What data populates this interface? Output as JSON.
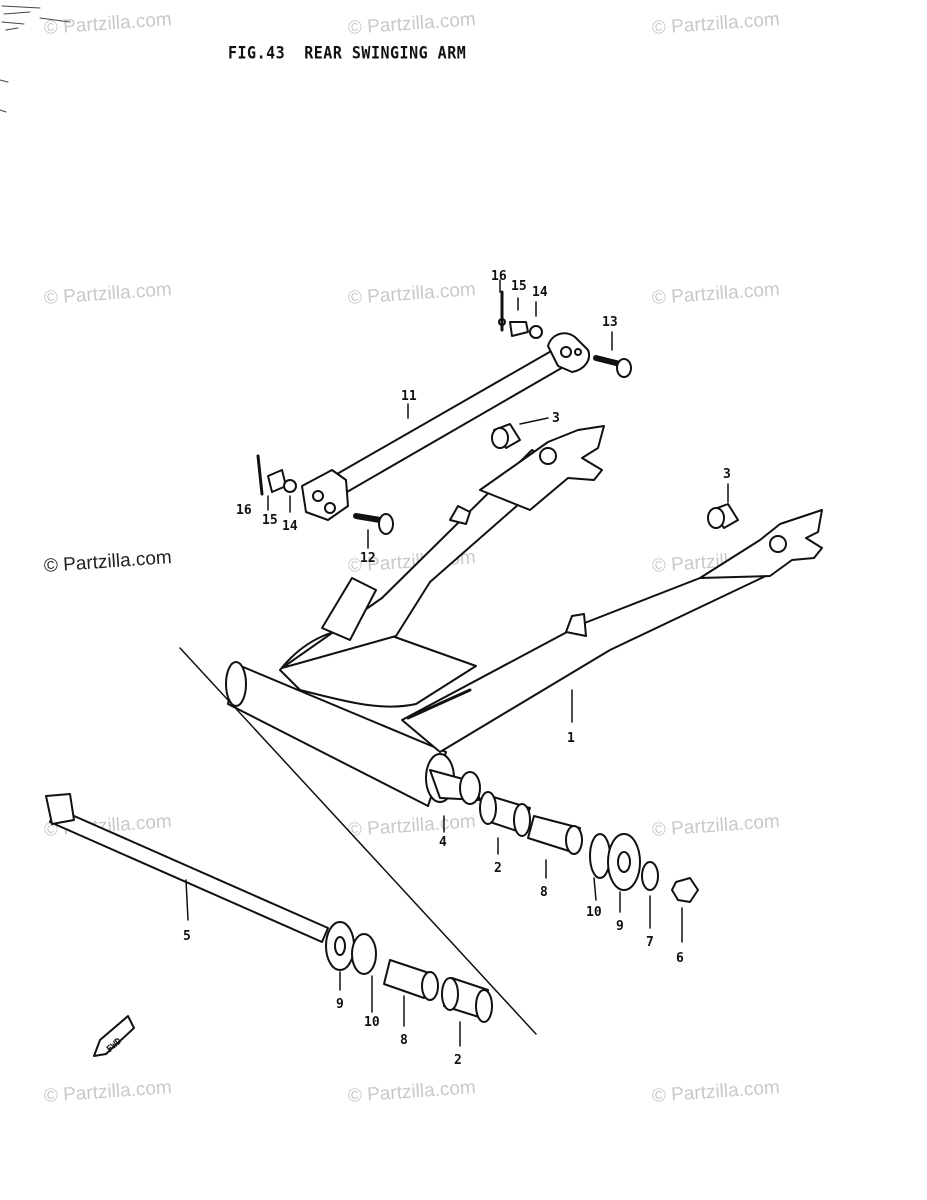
{
  "figure": {
    "title": "FIG.43  REAR SWINGING ARM"
  },
  "watermark": {
    "text": "© Partzilla.com"
  },
  "callouts": [
    "16",
    "15",
    "14",
    "13",
    "11",
    "3",
    "3",
    "16",
    "15",
    "14",
    "12",
    "1",
    "4",
    "2",
    "8",
    "10",
    "9",
    "7",
    "6",
    "5",
    "9",
    "10",
    "8",
    "2"
  ],
  "fwd_arrow": {
    "label": "FWD"
  },
  "colors": {
    "line": "#111111",
    "watermark": "#c9c9c9"
  }
}
